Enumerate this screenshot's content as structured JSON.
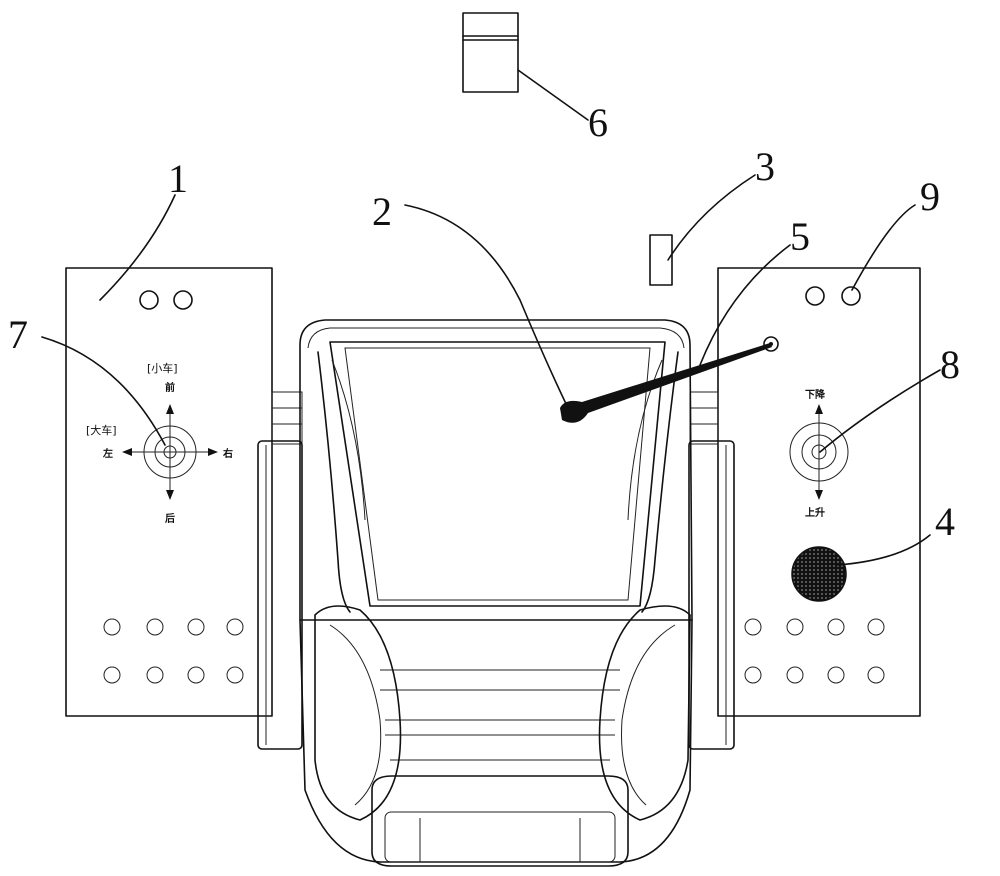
{
  "callouts": [
    {
      "id": "1",
      "label": "1"
    },
    {
      "id": "2",
      "label": "2"
    },
    {
      "id": "3",
      "label": "3"
    },
    {
      "id": "4",
      "label": "4"
    },
    {
      "id": "5",
      "label": "5"
    },
    {
      "id": "6",
      "label": "6"
    },
    {
      "id": "7",
      "label": "7"
    },
    {
      "id": "8",
      "label": "8"
    },
    {
      "id": "9",
      "label": "9"
    }
  ],
  "left_joystick": {
    "top_tag": "[小车]",
    "top": "前",
    "left_tag": "[大车]",
    "left": "左",
    "right": "右",
    "bottom": "后"
  },
  "right_joystick": {
    "top": "下降",
    "bottom": "上升"
  }
}
